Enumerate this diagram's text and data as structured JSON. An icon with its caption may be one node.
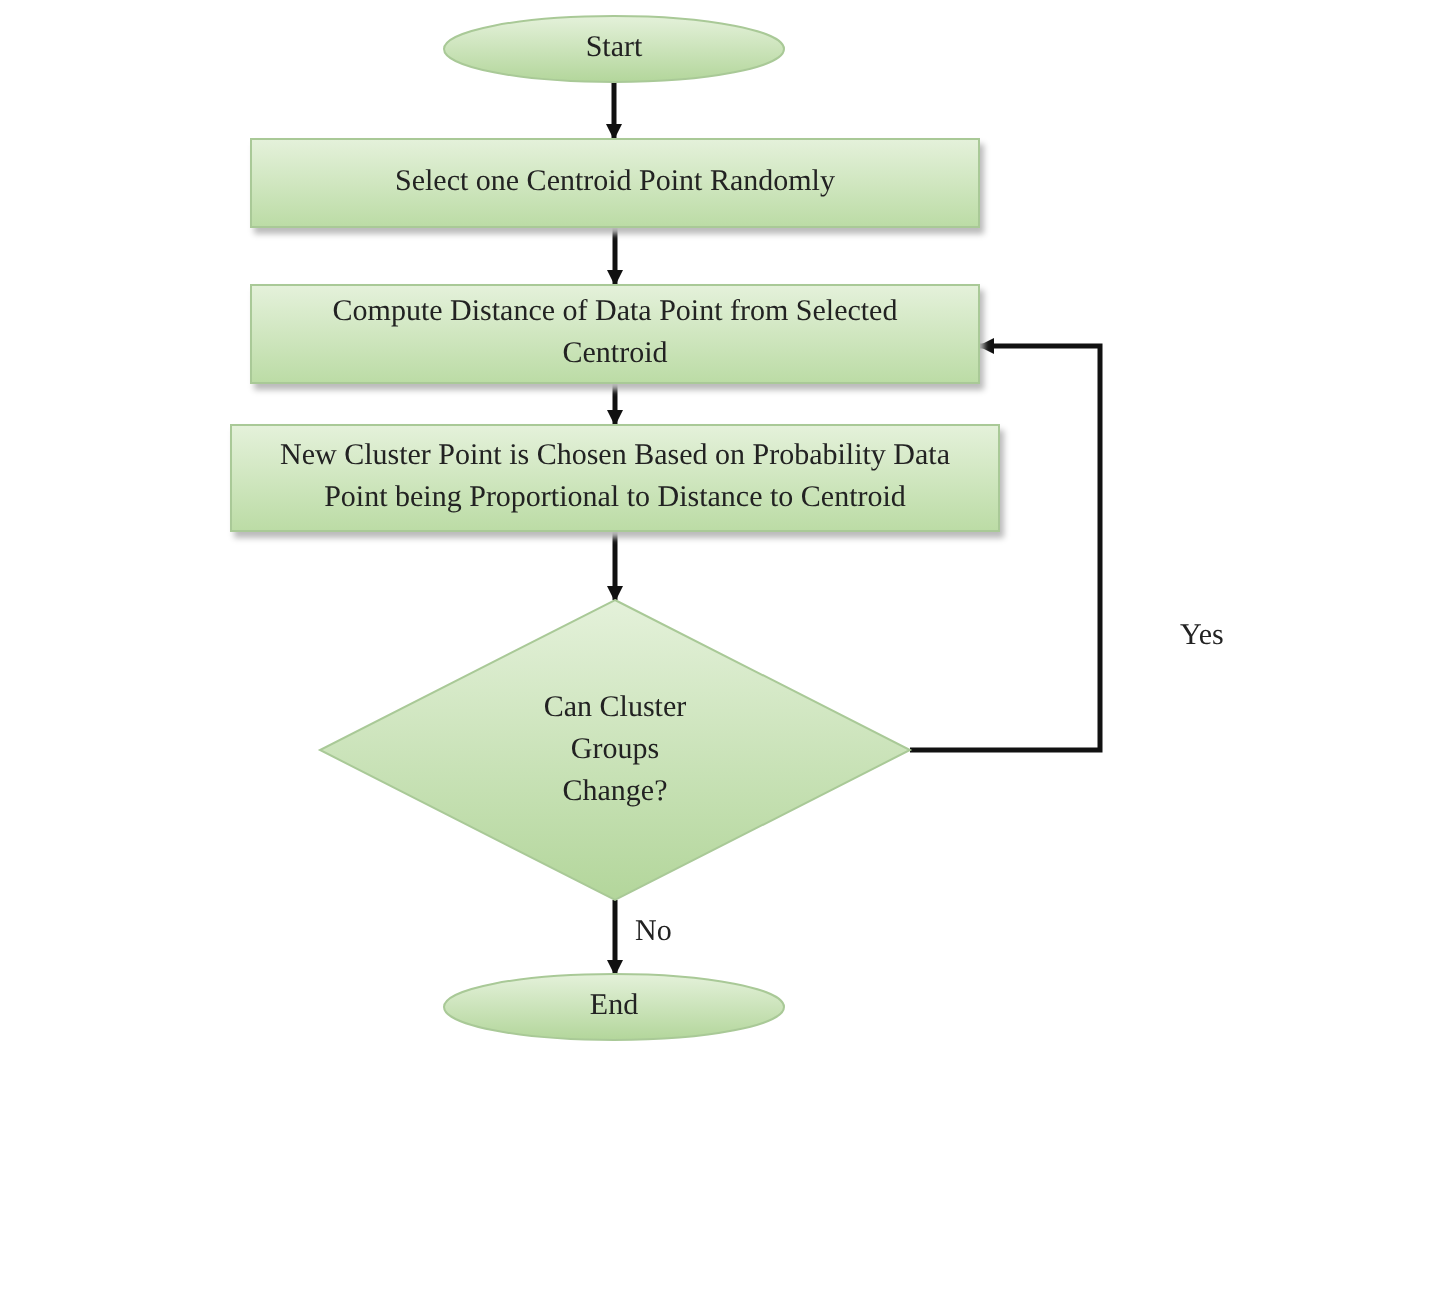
{
  "diagram": {
    "nodes": [
      {
        "text": [
          "Start"
        ]
      },
      {
        "text": [
          "Select one Centroid Point Randomly"
        ]
      },
      {
        "text": [
          "Compute Distance of Data Point from Selected Centroid"
        ]
      },
      {
        "text": [
          "New Cluster Point is Chosen Based on Probability Data Point being Proportional to Distance to Centroid"
        ]
      },
      {
        "text": [
          "Can Cluster Groups Change?"
        ]
      },
      {
        "text": [
          "End"
        ]
      }
    ],
    "edges": [
      {
        "from": 0,
        "to": 1,
        "arrow": "to"
      },
      {
        "from": 1,
        "to": 2,
        "arrow": "to"
      },
      {
        "from": 2,
        "to": 3,
        "arrow": "to"
      },
      {
        "from": 3,
        "to": 4,
        "arrow": "to"
      },
      {
        "from": 4,
        "to": 2,
        "arrow": "to",
        "label": "Yes"
      },
      {
        "from": 4,
        "to": 5,
        "arrow": "to",
        "label": "No"
      }
    ]
  }
}
